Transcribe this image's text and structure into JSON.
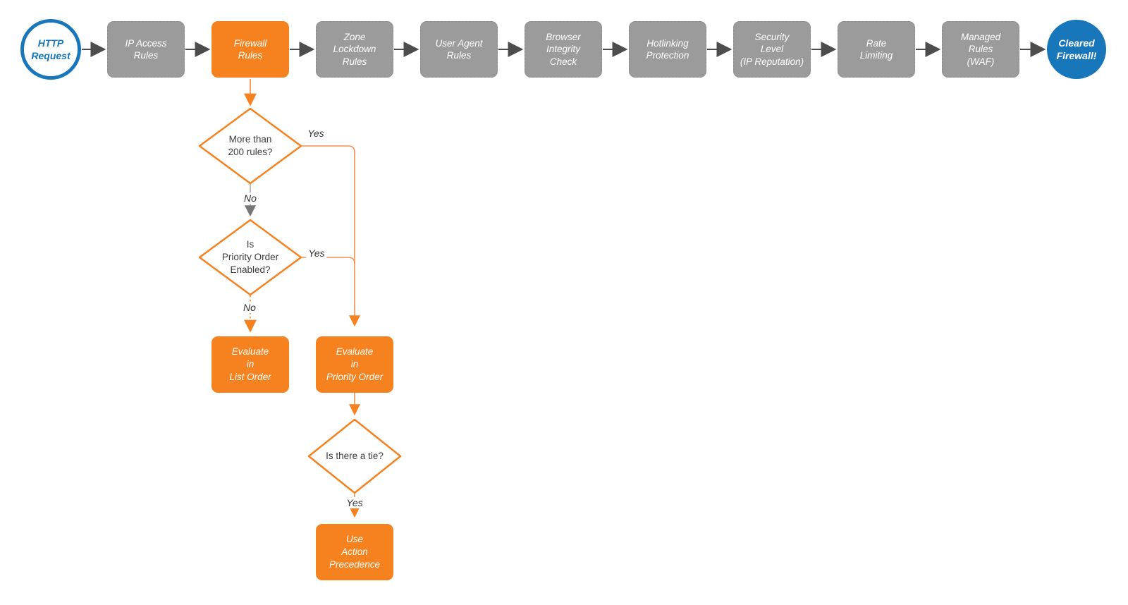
{
  "flow": {
    "start_label": "HTTP\nRequest",
    "end_label": "Cleared\nFirewall!",
    "stages": [
      {
        "label": "IP Access\nRules"
      },
      {
        "label": "Firewall\nRules"
      },
      {
        "label": "Zone\nLockdown\nRules"
      },
      {
        "label": "User Agent\nRules"
      },
      {
        "label": "Browser\nIntegrity\nCheck"
      },
      {
        "label": "Hotlinking\nProtection"
      },
      {
        "label": "Security\nLevel\n(IP Reputation)"
      },
      {
        "label": "Rate\nLimiting"
      },
      {
        "label": "Managed\nRules\n(WAF)"
      }
    ]
  },
  "decisions": [
    {
      "label": "More than\n200 rules?"
    },
    {
      "label": "Is\nPriority Order\nEnabled?"
    },
    {
      "label": "Is there a tie?"
    }
  ],
  "actions": [
    {
      "label": "Evaluate\nin\nList Order"
    },
    {
      "label": "Evaluate\nin\nPriority Order"
    },
    {
      "label": "Use\nAction\nPrecedence"
    }
  ],
  "edge_labels": {
    "d1_yes": "Yes",
    "d1_no": "No",
    "d2_yes": "Yes",
    "d2_no": "No",
    "d3_yes": "Yes"
  },
  "colors": {
    "node_orange": "#F6821F",
    "connector_orange": "#F5914E",
    "node_gray": "#9B9B9B",
    "connector_gray": "#4D4D4D",
    "circle_blue": "#1777BA",
    "decision_text": "#3D3D3D"
  }
}
